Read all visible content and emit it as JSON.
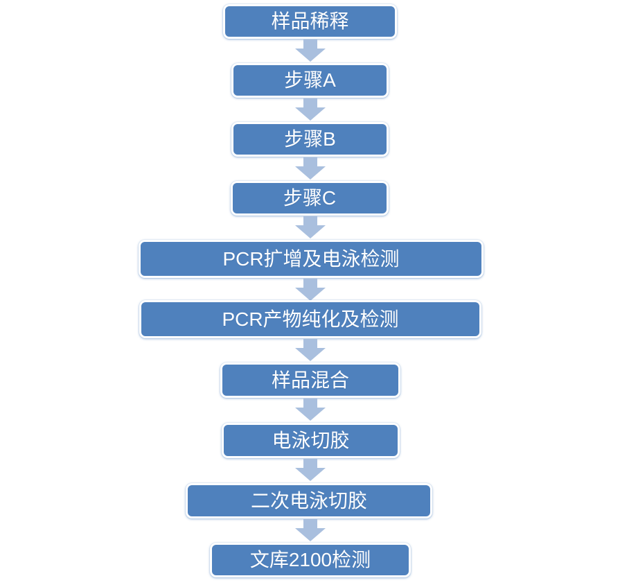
{
  "flowchart": {
    "steps": [
      {
        "label": "样品稀释"
      },
      {
        "label": "步骤A"
      },
      {
        "label": "步骤B"
      },
      {
        "label": "步骤C"
      },
      {
        "label": "PCR扩增及电泳检测"
      },
      {
        "label": "PCR产物纯化及检测"
      },
      {
        "label": "样品混合"
      },
      {
        "label": "电泳切胶"
      },
      {
        "label": "二次电泳切胶"
      },
      {
        "label": "文库2100检测"
      }
    ],
    "colors": {
      "background": "#FFFFFF",
      "box_fill": "#4F81BD",
      "box_border": "#FFFFFF",
      "arrow_fill": "#A9BFDE",
      "text": "#FFFFFF"
    }
  }
}
